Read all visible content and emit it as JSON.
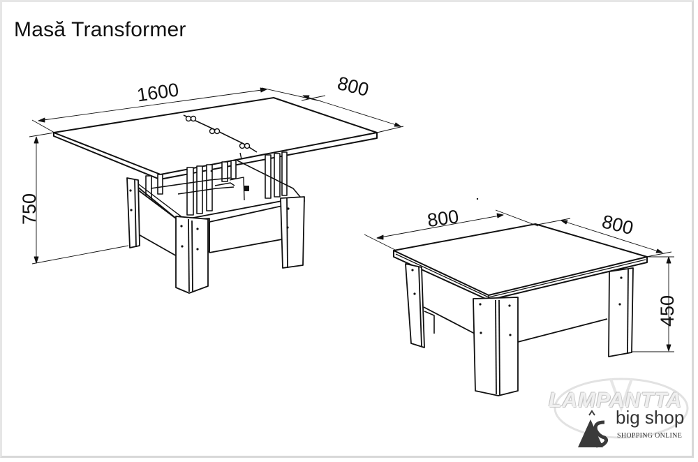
{
  "title": "Masă Transformer",
  "dimensions": {
    "expanded": {
      "length": "1600",
      "width": "800",
      "height": "750"
    },
    "compact": {
      "length": "800",
      "width": "800",
      "height": "450"
    }
  },
  "logo": {
    "watermark": "LAMPANTTA",
    "brand": "big shop",
    "tagline": "SHOPPING ONLINE"
  },
  "colors": {
    "line": "#111111",
    "background": "#ffffff",
    "logo": "#333333",
    "watermark": "#c8c8c8"
  }
}
